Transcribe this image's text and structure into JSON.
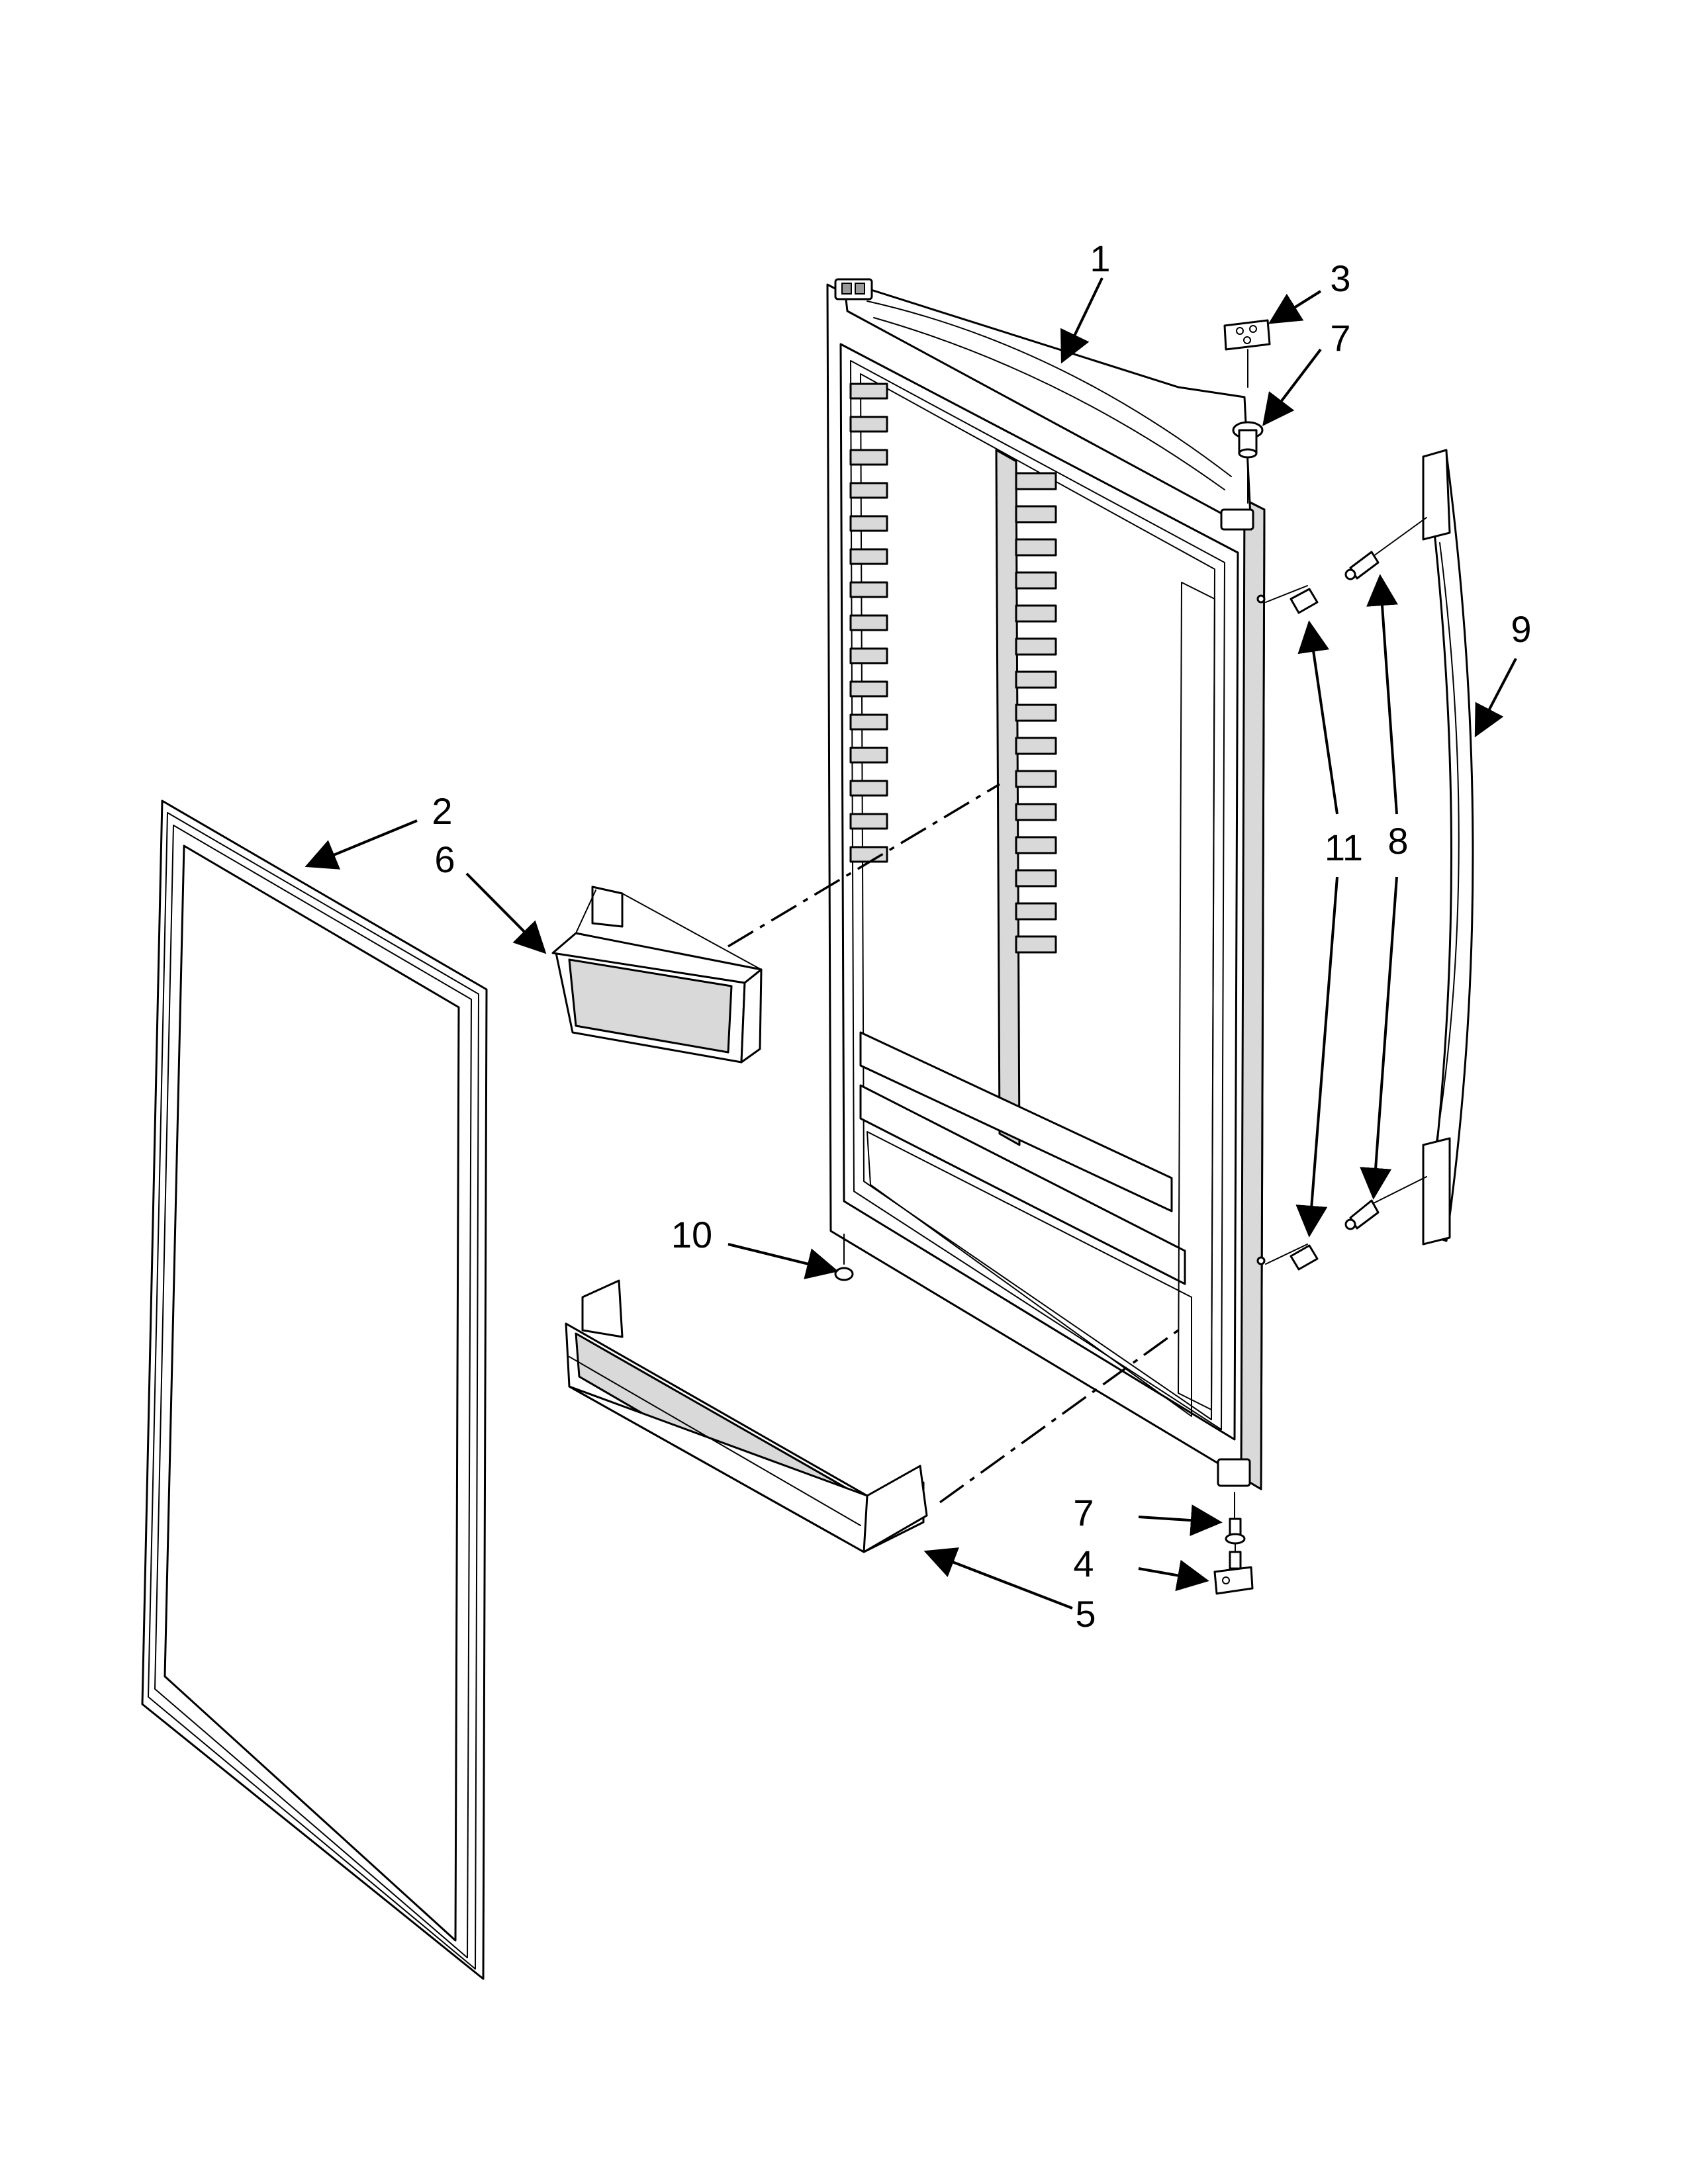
{
  "diagram": {
    "callouts": [
      {
        "id": "c1",
        "label": "1"
      },
      {
        "id": "c2",
        "label": "2"
      },
      {
        "id": "c3",
        "label": "3"
      },
      {
        "id": "c4",
        "label": "4"
      },
      {
        "id": "c5",
        "label": "5"
      },
      {
        "id": "c6",
        "label": "6"
      },
      {
        "id": "c7a",
        "label": "7"
      },
      {
        "id": "c7b",
        "label": "7"
      },
      {
        "id": "c8",
        "label": "8"
      },
      {
        "id": "c9",
        "label": "9"
      },
      {
        "id": "c10",
        "label": "10"
      },
      {
        "id": "c11",
        "label": "11"
      }
    ],
    "colors": {
      "line": "#000000",
      "background": "#ffffff",
      "shade": "#d9d9d9"
    }
  }
}
